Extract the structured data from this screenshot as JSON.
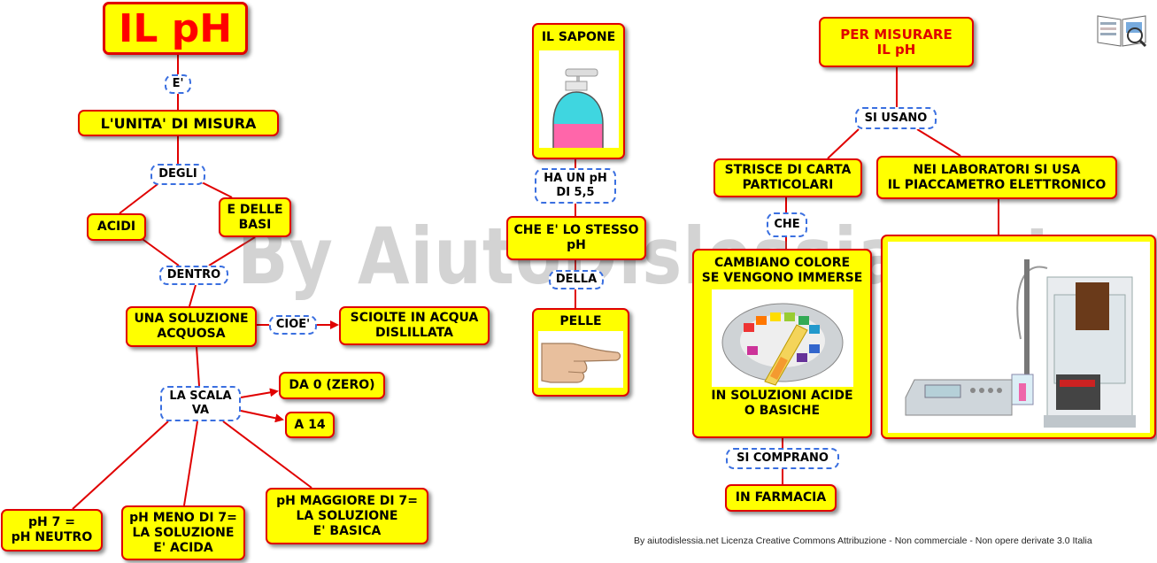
{
  "left": {
    "title": "IL pH",
    "e": "E'",
    "unita": "L'UNITA' DI MISURA",
    "degli": "DEGLI",
    "acidi": "ACIDI",
    "basi": "E DELLE\nBASI",
    "dentro": "DENTRO",
    "soluzione": "UNA SOLUZIONE\nACQUOSA",
    "cioe": "CIOE'",
    "sciolte": "SCIOLTE IN ACQUA\nDISLILLATA",
    "scala": "LA SCALA\nVA",
    "da0": "DA 0 (ZERO)",
    "a14": "A 14",
    "neutro": "pH  7 =\npH NEUTRO",
    "acida": "pH MENO DI 7=\nLA SOLUZIONE\nE' ACIDA",
    "basica": "pH MAGGIORE DI 7=\nLA SOLUZIONE\nE' BASICA"
  },
  "middle": {
    "sapone": "IL SAPONE",
    "haunph": "HA UN pH\nDI 5,5",
    "stesso": "CHE E' LO STESSO\npH",
    "della": "DELLA",
    "pelle": "PELLE"
  },
  "right": {
    "misurare": "PER MISURARE\nIL pH",
    "usano": "SI USANO",
    "strisce": "STRISCE DI CARTA\nPARTICOLARI",
    "laboratori": "NEI LABORATORI SI USA\nIL PIACCAMETRO ELETTRONICO",
    "che": "CHE",
    "cambiano": "CAMBIANO COLORE\nSE VENGONO IMMERSE",
    "soluzioni": "IN SOLUZIONI ACIDE\nO BASICHE",
    "comprano": "SI COMPRANO",
    "farmacia": "IN FARMACIA"
  },
  "watermark": "By AiutoDislessia.net",
  "footer": "By aiutodislessia.net Licenza Creative Commons Attribuzione - Non commerciale - Non opere derivate 3.0 Italia",
  "colors": {
    "box_fill": "#ffff00",
    "box_border": "#e00000",
    "link_border": "#3a6fe0",
    "title_text": "#ff0000",
    "red_title_text": "#e00000"
  }
}
